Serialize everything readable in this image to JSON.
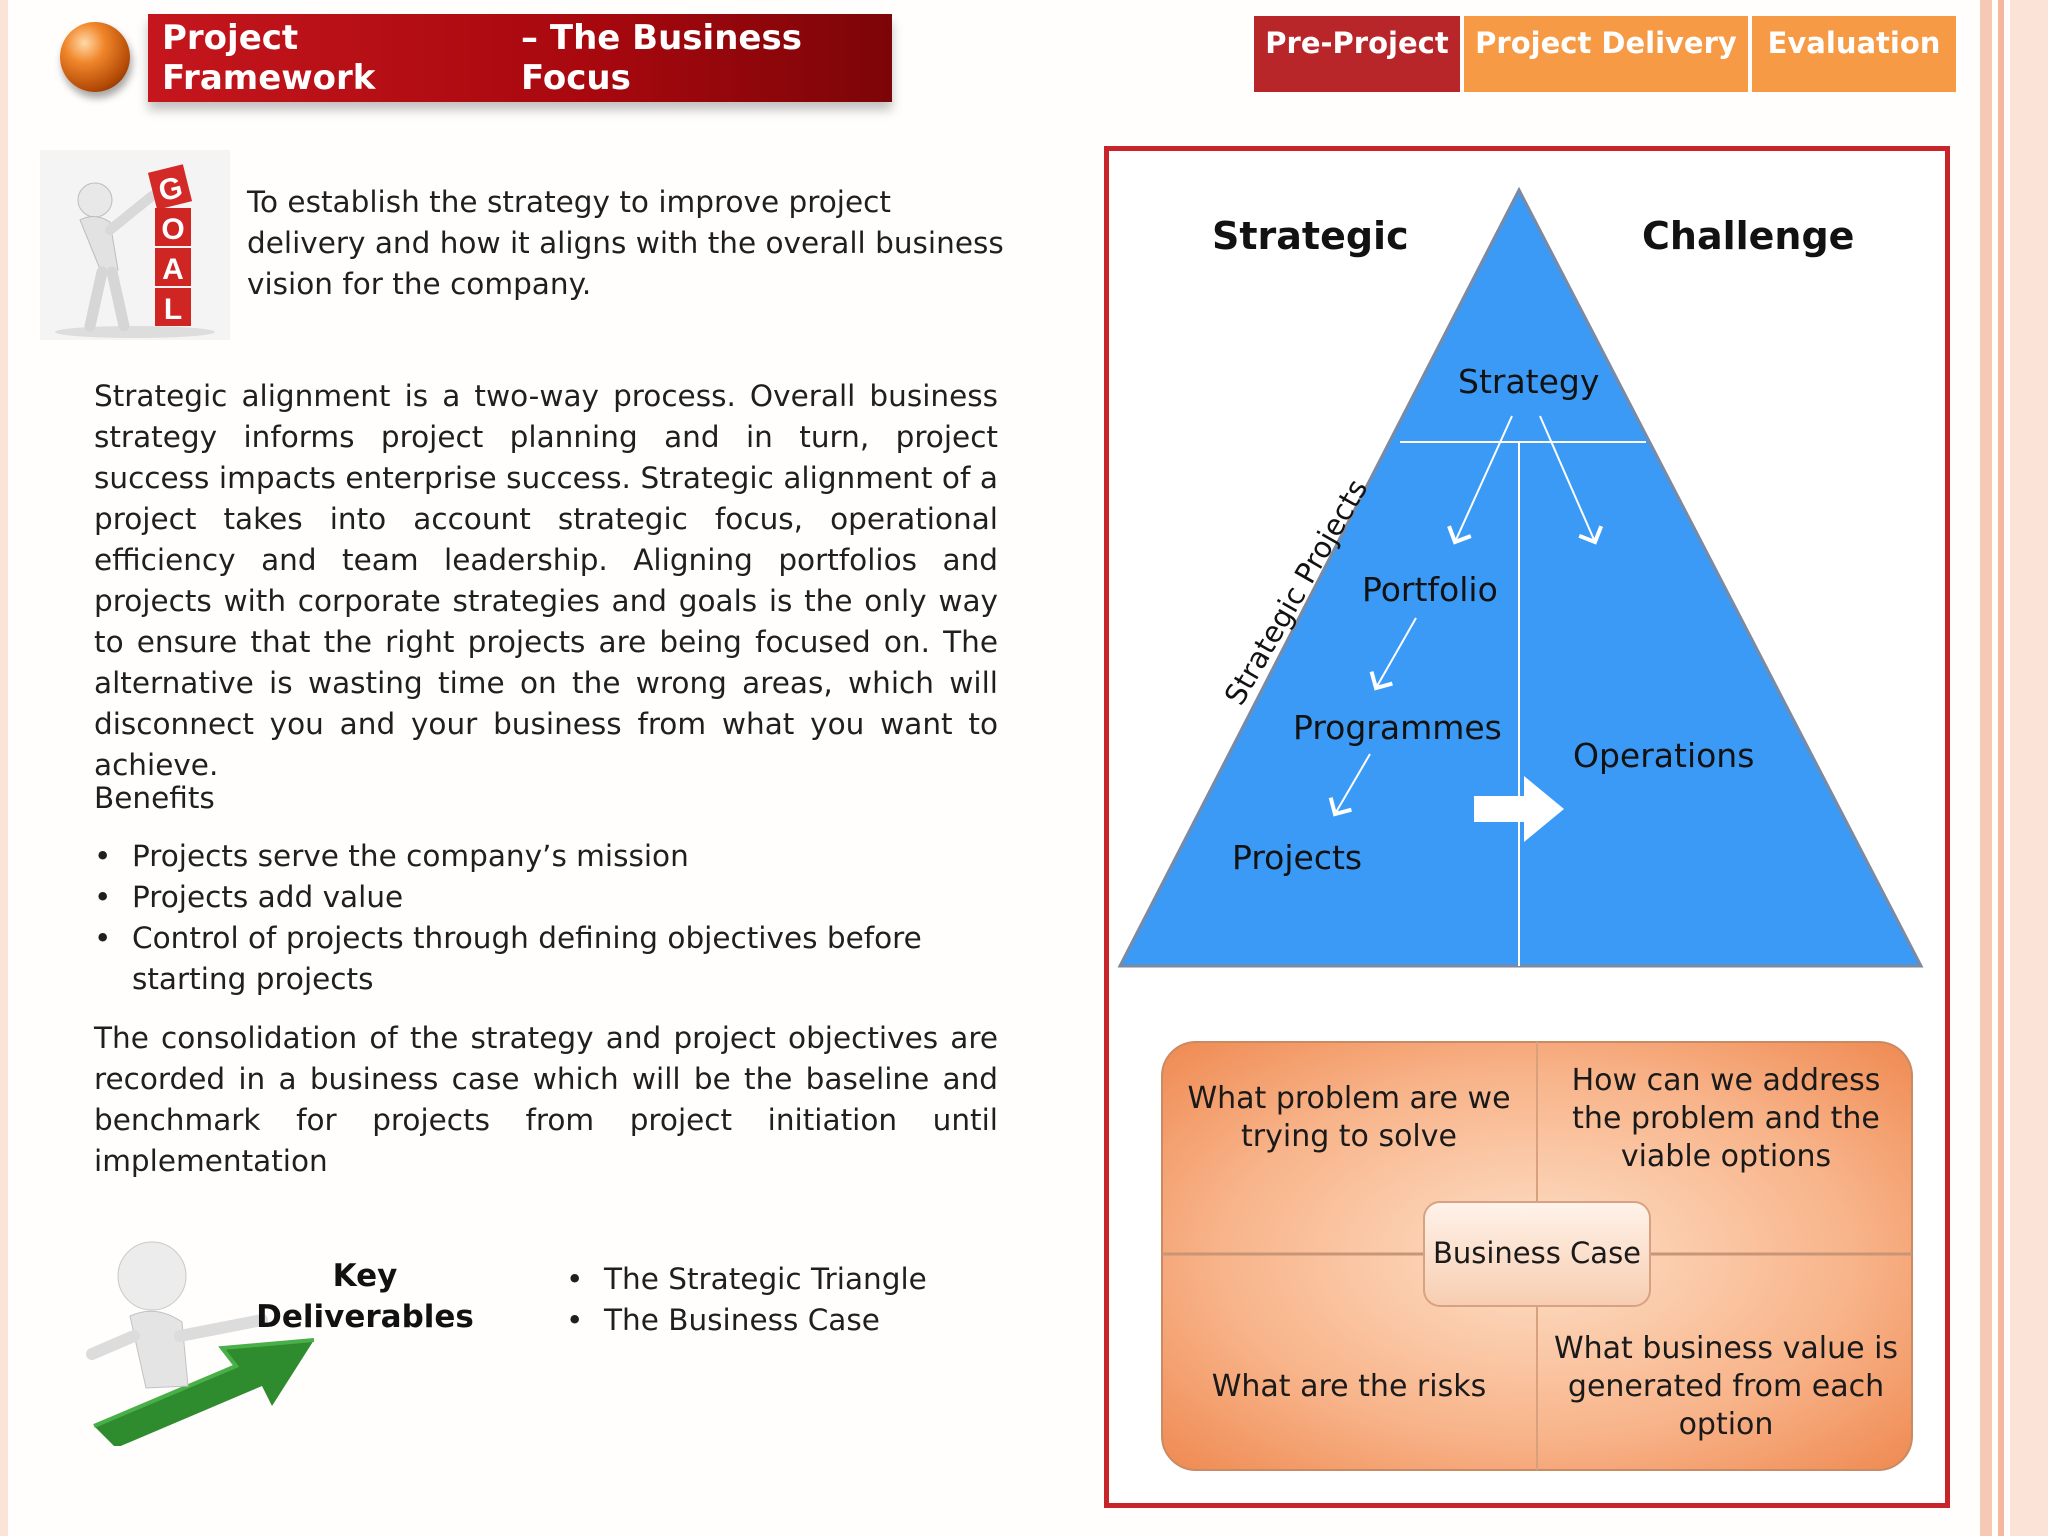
{
  "header": {
    "title_part1": "Project Framework",
    "title_part2": "– The Business Focus",
    "tabs": [
      {
        "label": "Pre-Project",
        "color": "#b8262a"
      },
      {
        "label": "Project Delivery",
        "color": "#f79a46"
      },
      {
        "label": "Evaluation",
        "color": "#f79a46"
      }
    ]
  },
  "intro": {
    "goal_letters": [
      "G",
      "O",
      "A",
      "L"
    ],
    "text": "To establish the strategy to improve project delivery and how it aligns with the overall business vision for the company."
  },
  "body": {
    "alignment_paragraph": "Strategic alignment is a two-way process. Overall business strategy informs project planning and in turn, project success impacts enterprise success. Strategic alignment of a project takes into account strategic focus, operational efficiency and team leadership. Aligning portfolios and projects with corporate strategies and goals is the only way to ensure that the right projects are being focused on. The alternative is wasting time on the wrong areas, which will disconnect you and your business from what you want to achieve.",
    "benefits_heading": "Benefits",
    "benefits": [
      "Projects serve the company’s mission",
      "Projects add value",
      "Control of projects through defining objectives before starting projects"
    ],
    "consolidation_paragraph": "The consolidation of the strategy and project objectives are recorded in a business case which will be the baseline and benchmark for projects from project initiation until implementation"
  },
  "deliverables": {
    "heading_line1": "Key",
    "heading_line2": "Deliverables",
    "items": [
      "The Strategic Triangle",
      "The Business Case"
    ]
  },
  "triangle": {
    "heading_left": "Strategic",
    "heading_right": "Challenge",
    "side_label": "Strategic Projects",
    "levels": {
      "strategy": "Strategy",
      "portfolio": "Portfolio",
      "programmes": "Programmes",
      "projects": "Projects",
      "operations": "Operations"
    },
    "fill_color": "#3b9af5"
  },
  "business_case": {
    "center": "Business Case",
    "top_left": "What problem are we trying to solve",
    "top_right": "How can we address the problem and the viable options",
    "bottom_left": "What are the risks",
    "bottom_right": "What business value is generated from each option"
  }
}
